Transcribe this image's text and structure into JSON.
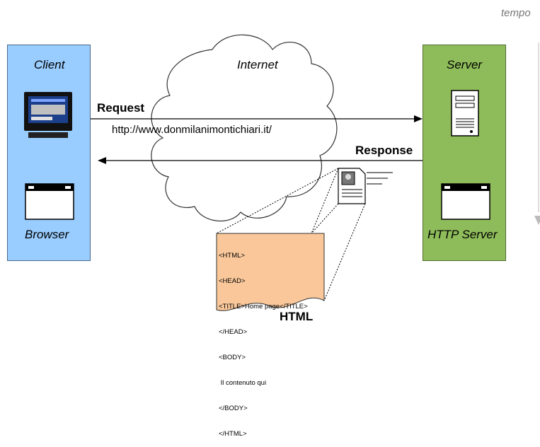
{
  "header": {
    "tempo_label": "tempo"
  },
  "client": {
    "title": "Client",
    "browser_label": "Browser"
  },
  "server": {
    "title": "Server",
    "http_label": "HTTP Server"
  },
  "network": {
    "cloud_label": "Internet"
  },
  "request": {
    "label": "Request",
    "url": "http://www.donmilanimontichiari.it/"
  },
  "response": {
    "label": "Response"
  },
  "html_doc": {
    "caption": "HTML",
    "lines": [
      "<HTML>",
      "<HEAD>",
      "<TITLE>Home page</TITLE>",
      "</HEAD>",
      "<BODY>",
      " Il contenuto qui",
      "</BODY>",
      "</HTML>"
    ]
  },
  "colors": {
    "client_fill": "#99ccff",
    "server_fill": "#8fbc5a",
    "document_fill": "#f9c79a"
  },
  "icons": [
    "computer-monitor-icon",
    "browser-window-icon",
    "server-tower-icon",
    "web-page-document-icon"
  ]
}
